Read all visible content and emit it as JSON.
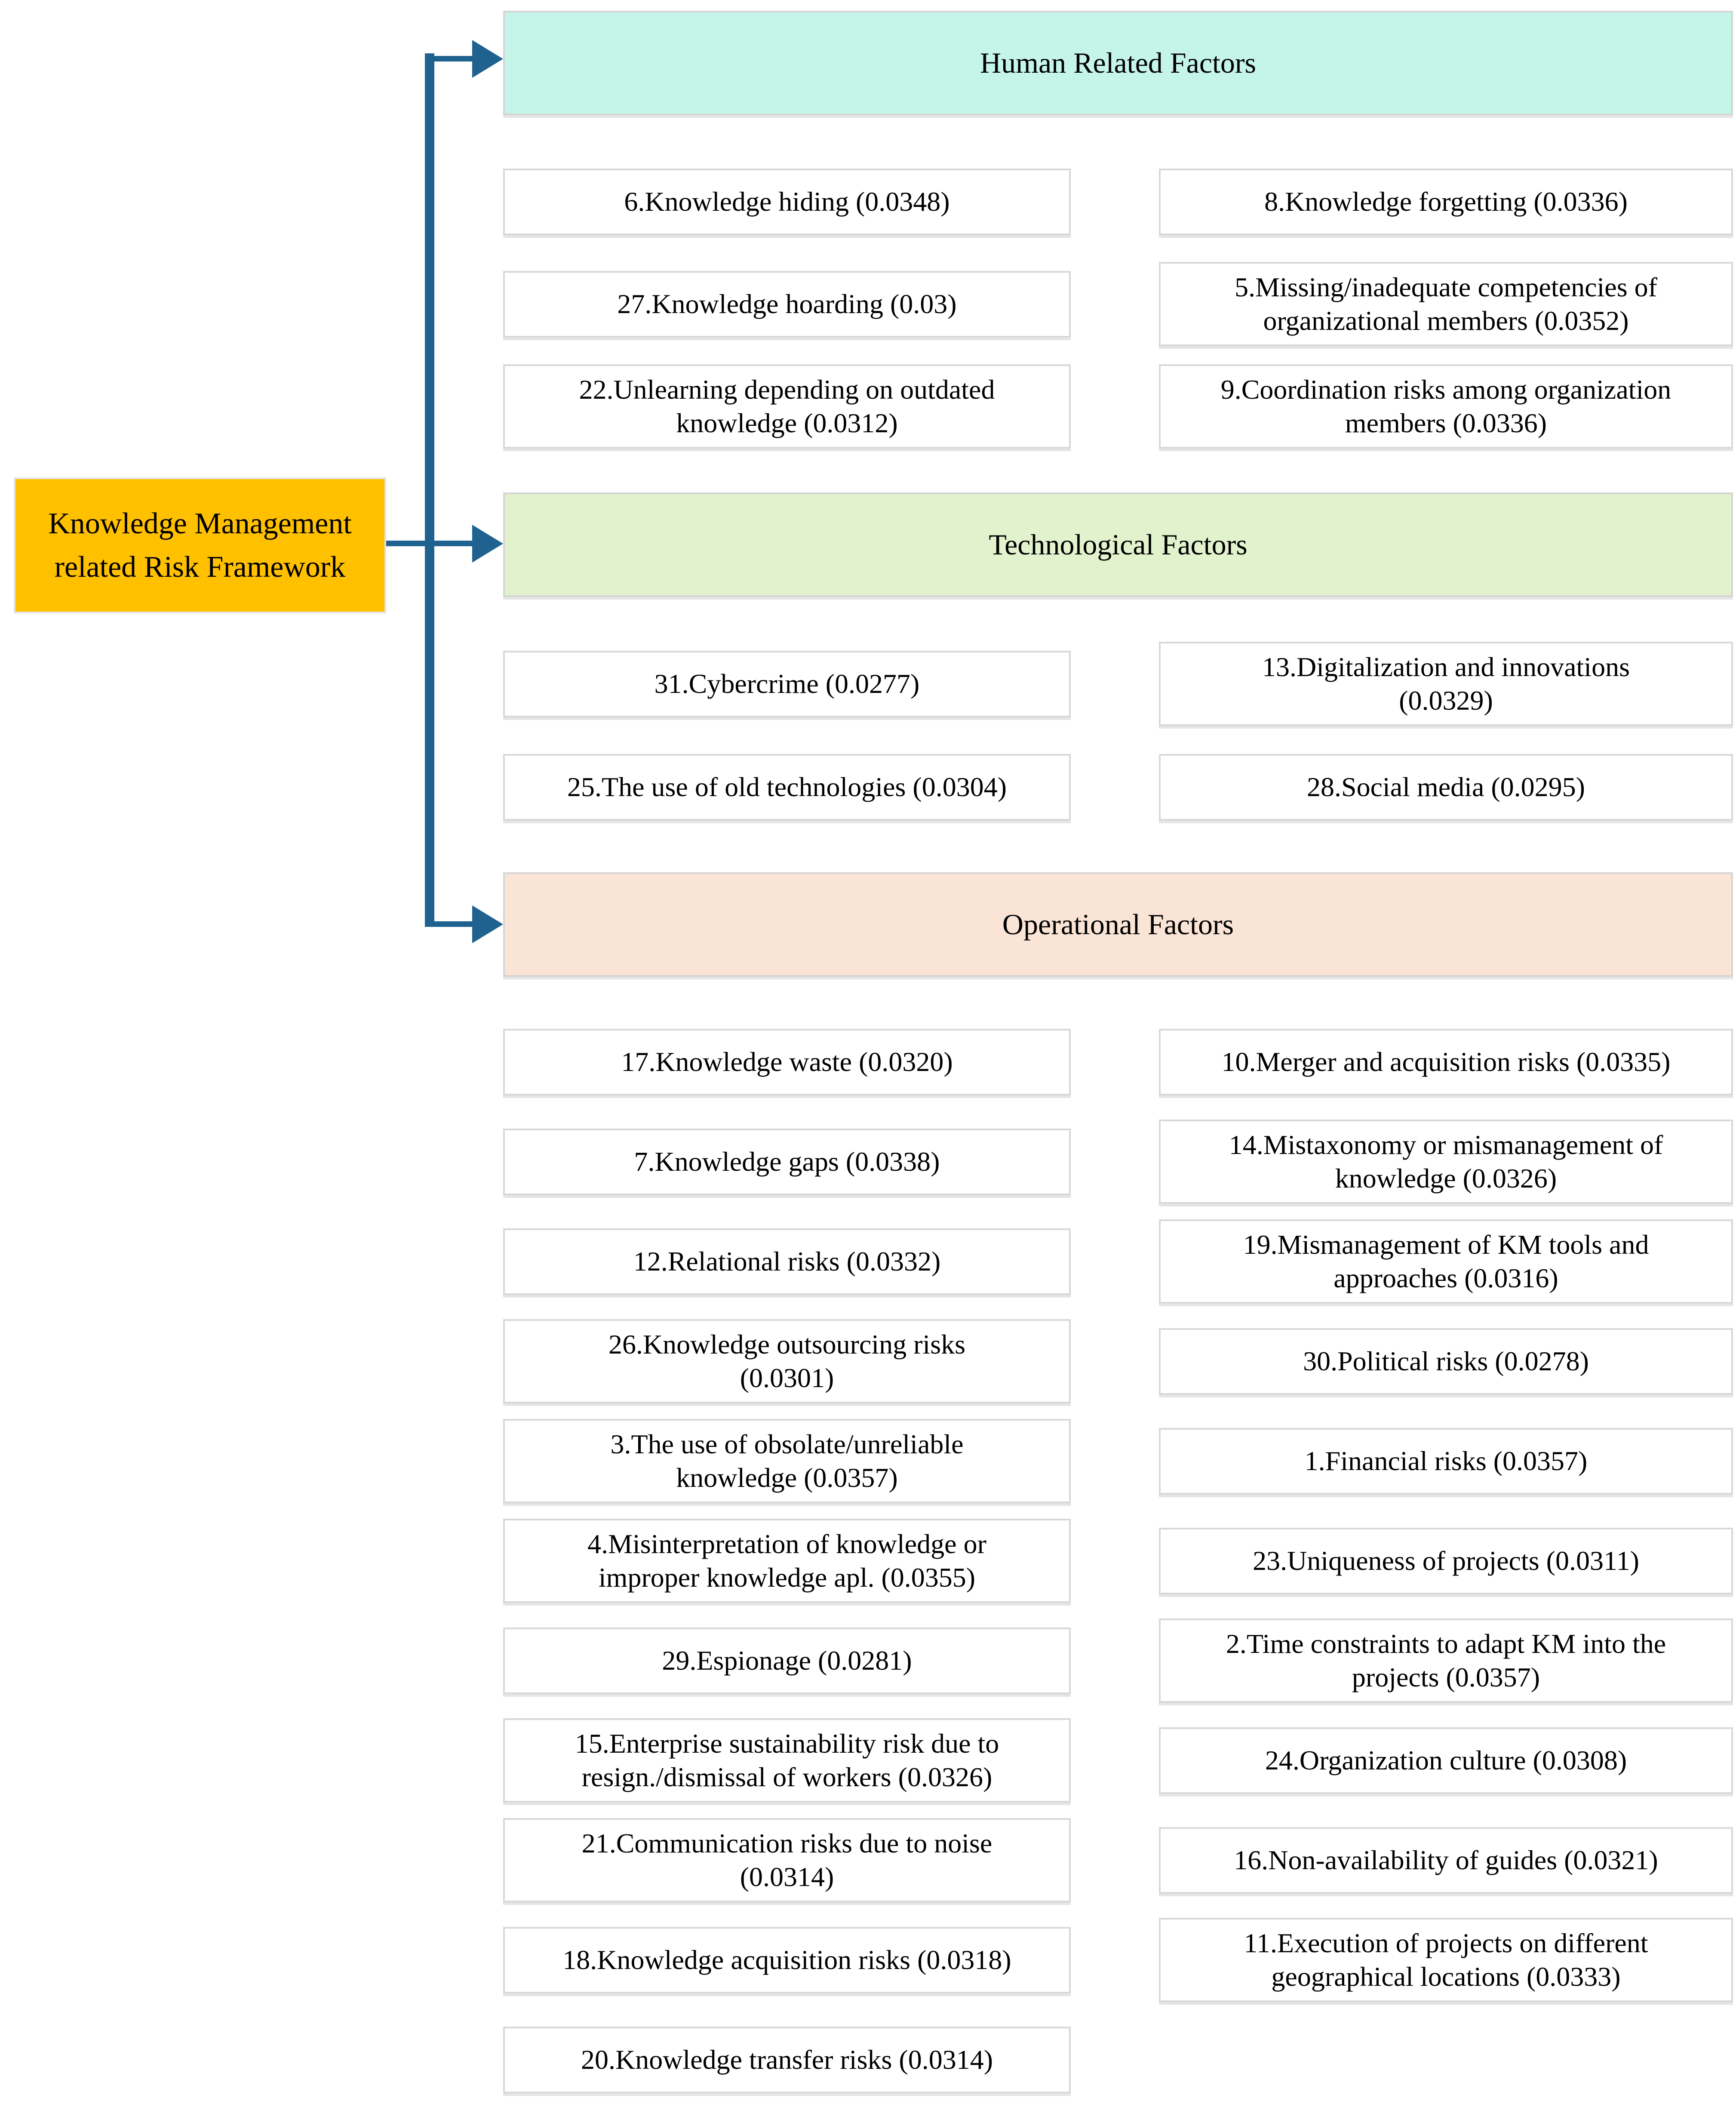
{
  "colors": {
    "connector_blue": "#20628F",
    "root_fill": "#FFC000",
    "human_fill": "#C5F4E9",
    "tech_fill": "#E1F2CD",
    "operational_fill": "#FAE4D6",
    "box_border": "#D8D8D8"
  },
  "root": {
    "label": "Knowledge Management\nrelated Risk Framework"
  },
  "sections": [
    {
      "title": "Human Related Factors",
      "left": [
        "6.Knowledge hiding (0.0348)",
        "27.Knowledge hoarding (0.03)",
        "22.Unlearning depending on outdated\nknowledge (0.0312)"
      ],
      "right": [
        "8.Knowledge forgetting (0.0336)",
        "5.Missing/inadequate competencies of\norganizational members (0.0352)",
        "9.Coordination risks among organization\nmembers (0.0336)"
      ]
    },
    {
      "title": "Technological Factors",
      "left": [
        "31.Cybercrime (0.0277)",
        "25.The use of old technologies (0.0304)"
      ],
      "right": [
        "13.Digitalization and innovations\n(0.0329)",
        "28.Social media (0.0295)"
      ]
    },
    {
      "title": "Operational Factors",
      "left": [
        "17.Knowledge waste (0.0320)",
        "7.Knowledge gaps (0.0338)",
        "12.Relational risks (0.0332)",
        "26.Knowledge outsourcing risks\n(0.0301)",
        "3.The use of obsolate/unreliable\nknowledge (0.0357)",
        "4.Misinterpretation of knowledge or\nimproper knowledge apl. (0.0355)",
        "29.Espionage (0.0281)",
        "15.Enterprise sustainability risk due to\nresign./dismissal of workers (0.0326)",
        "21.Communication risks due to noise\n(0.0314)",
        "18.Knowledge acquisition risks (0.0318)",
        "20.Knowledge transfer risks (0.0314)"
      ],
      "right": [
        "10.Merger and acquisition risks (0.0335)",
        "14.Mistaxonomy or mismanagement of\nknowledge (0.0326)",
        "19.Mismanagement of KM tools and\napproaches (0.0316)",
        "30.Political risks (0.0278)",
        "1.Financial risks (0.0357)",
        "23.Uniqueness of projects (0.0311)",
        "2.Time constraints to adapt KM into the\nprojects (0.0357)",
        "24.Organization culture (0.0308)",
        "16.Non-availability of guides (0.0321)",
        "11.Execution of projects on different\ngeographical locations (0.0333)"
      ]
    }
  ]
}
